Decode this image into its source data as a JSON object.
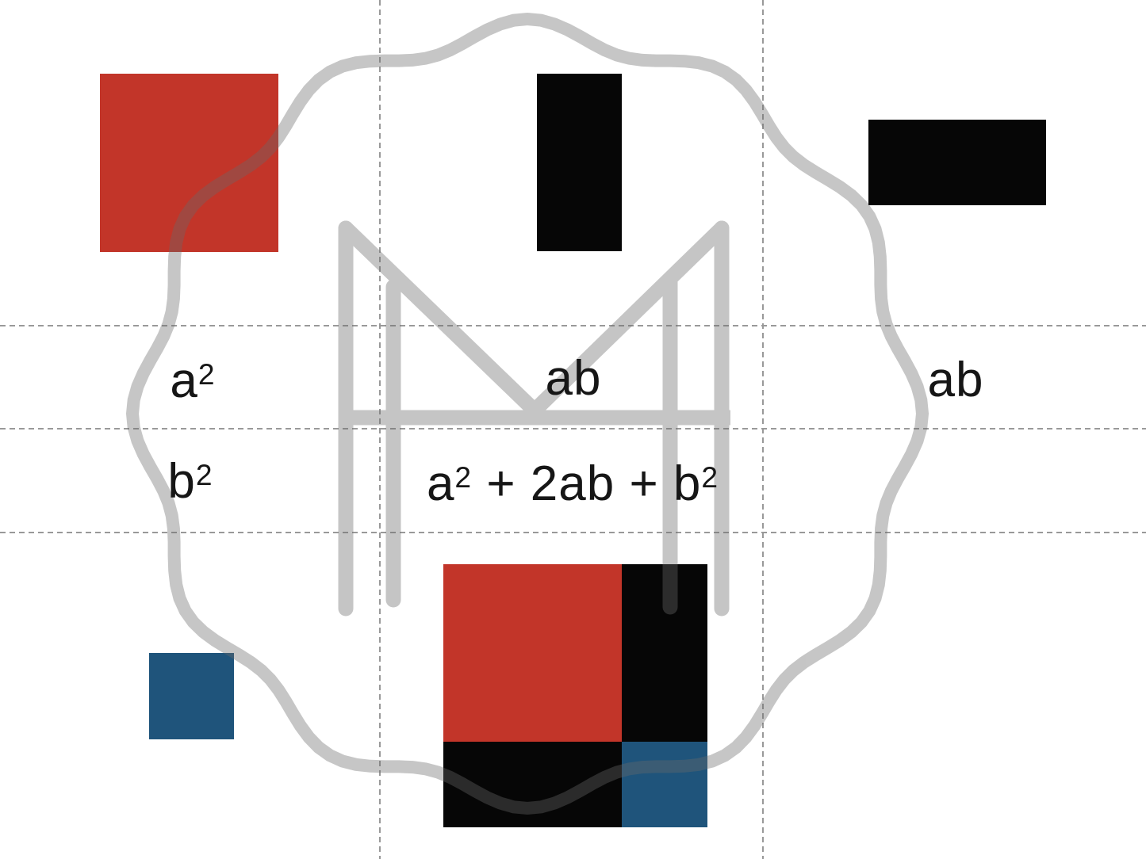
{
  "page": {
    "background": "#ffffff"
  },
  "colors": {
    "red": "#c23529",
    "blue": "#1f547b",
    "black": "#060606",
    "grid": "#999999",
    "watermark": "#6a6a6a",
    "text": "#161616"
  },
  "labels": {
    "a_squared": {
      "base": "a",
      "sup": "2"
    },
    "ab_top": "ab",
    "ab_right": "ab",
    "b_squared": {
      "base": "b",
      "sup": "2"
    },
    "trinomial": {
      "part1": "a",
      "sup1": "2",
      "part2": " + 2ab + b",
      "sup2": "2"
    }
  },
  "figures": [
    {
      "name": "red-square-a2",
      "fill": "red"
    },
    {
      "name": "black-rect-ab-vertical",
      "fill": "black"
    },
    {
      "name": "black-rect-ab-horizontal",
      "fill": "black"
    },
    {
      "name": "blue-square-b2",
      "fill": "blue"
    },
    {
      "name": "composite-red-square-a2",
      "fill": "red"
    },
    {
      "name": "composite-black-rect-ab-right",
      "fill": "black"
    },
    {
      "name": "composite-black-rect-ab-bottom",
      "fill": "black"
    },
    {
      "name": "composite-blue-square-b2",
      "fill": "blue"
    }
  ],
  "watermark": {
    "icon": "m-monogram-seal-watermark"
  }
}
